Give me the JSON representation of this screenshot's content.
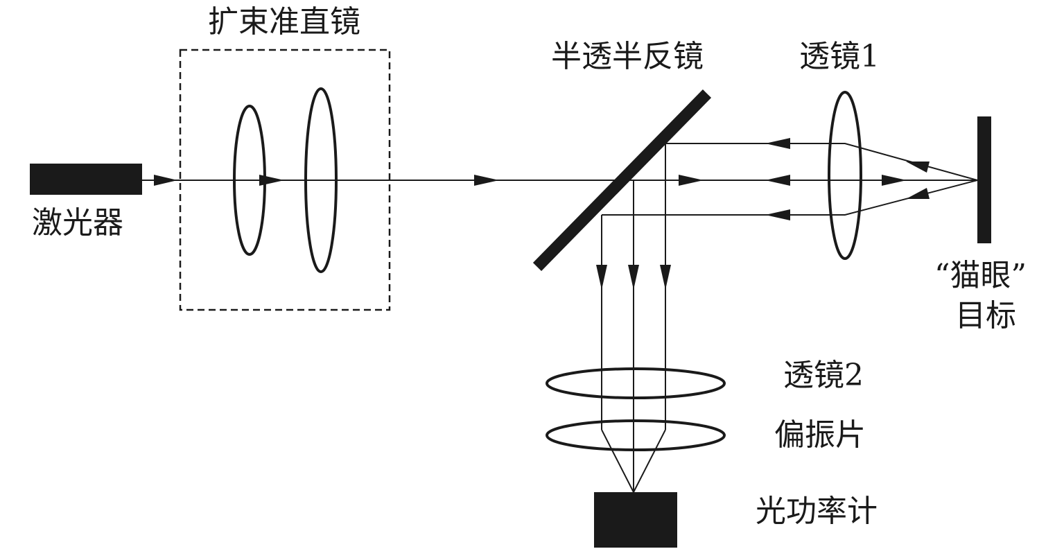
{
  "labels": {
    "beam_expander": "扩束准直镜",
    "laser": "激光器",
    "beam_splitter": "半透半反镜",
    "lens1": "透镜1",
    "target_line1": "“猫眼”",
    "target_line2": "目标",
    "lens2": "透镜2",
    "polarizer": "偏振片",
    "power_meter": "光功率计"
  },
  "colors": {
    "ink": "#1a1a1a",
    "background": "#ffffff"
  }
}
